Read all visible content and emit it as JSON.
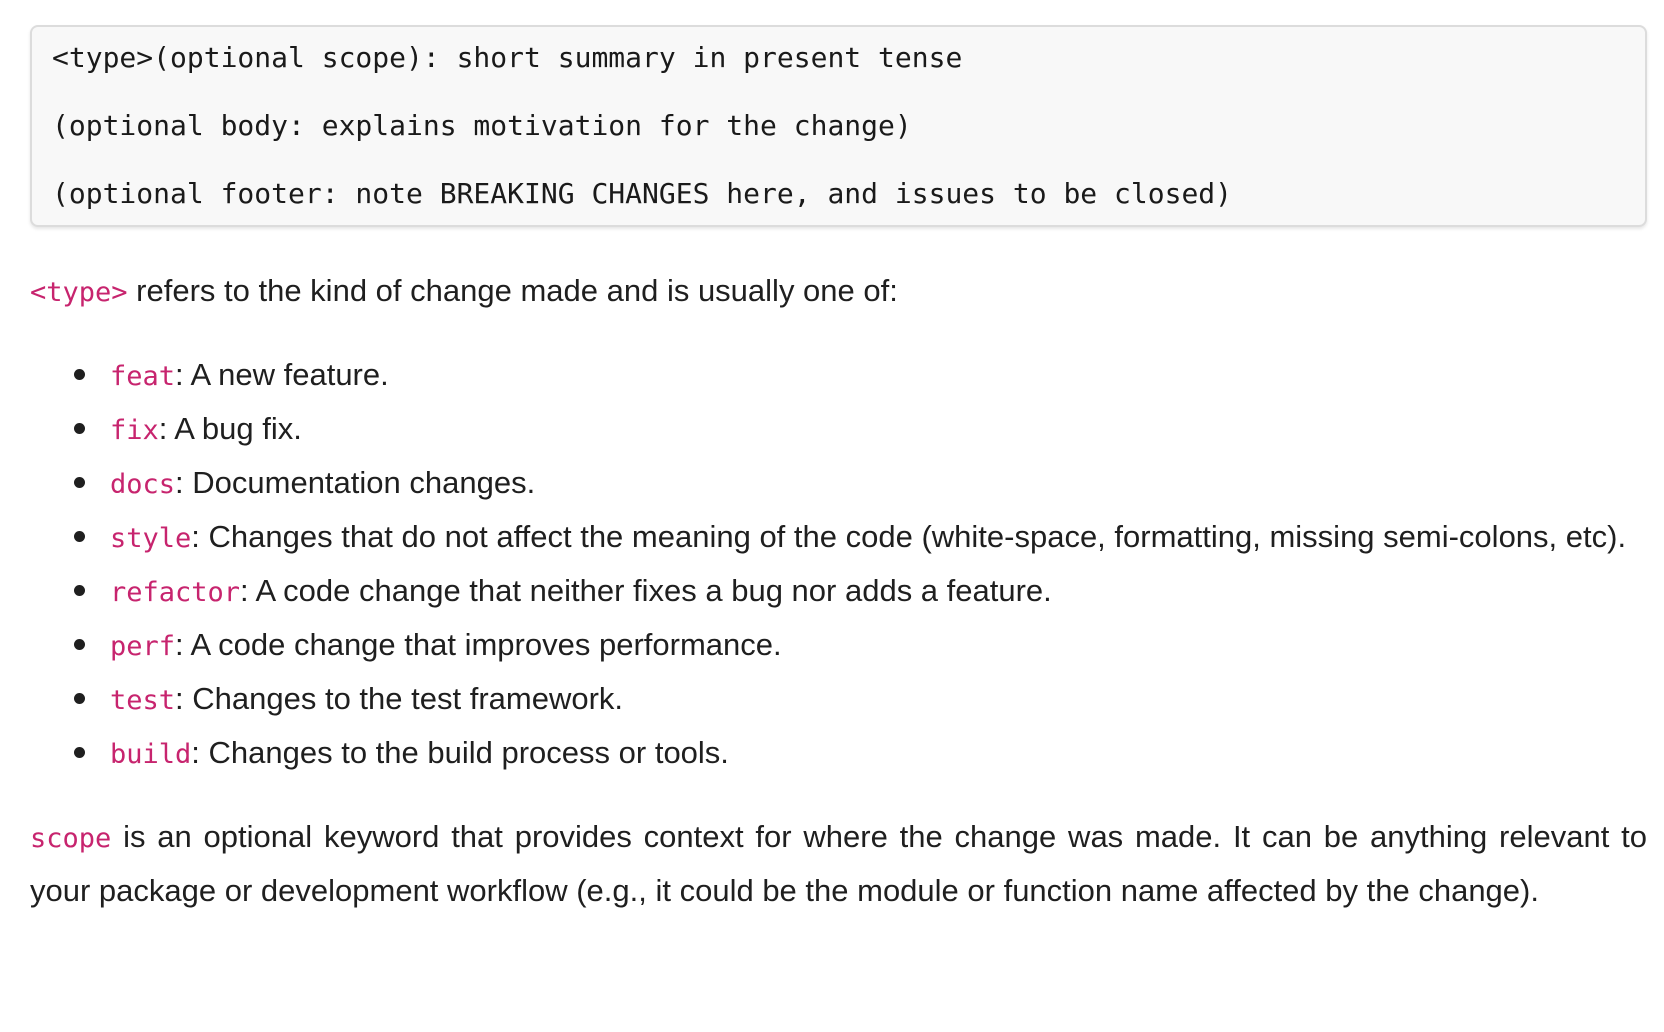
{
  "code_block": {
    "lines": [
      "<type>(optional scope): short summary in present tense",
      "(optional body: explains motivation for the change)",
      "(optional footer: note BREAKING CHANGES here, and issues to be closed)"
    ]
  },
  "intro": {
    "code": "<type>",
    "text": " refers to the kind of change made and is usually one of:"
  },
  "types": [
    {
      "code": "feat",
      "text": ": A new feature."
    },
    {
      "code": "fix",
      "text": ": A bug fix."
    },
    {
      "code": "docs",
      "text": ": Documentation changes."
    },
    {
      "code": "style",
      "text": ": Changes that do not affect the meaning of the code (white-space, formatting, missing semi-colons, etc)."
    },
    {
      "code": "refactor",
      "text": ": A code change that neither fixes a bug nor adds a feature."
    },
    {
      "code": "perf",
      "text": ": A code change that improves performance."
    },
    {
      "code": "test",
      "text": ": Changes to the test framework."
    },
    {
      "code": "build",
      "text": ": Changes to the build process or tools."
    }
  ],
  "scope": {
    "code": "scope",
    "text": " is an optional keyword that provides context for where the change was made. It can be anything relevant to your package or development workflow (e.g., it could be the module or function name affected by the change)."
  },
  "colors": {
    "inline_code": "#c7246e",
    "code_block_bg": "#f8f8f8",
    "text": "#1f1f1f"
  }
}
